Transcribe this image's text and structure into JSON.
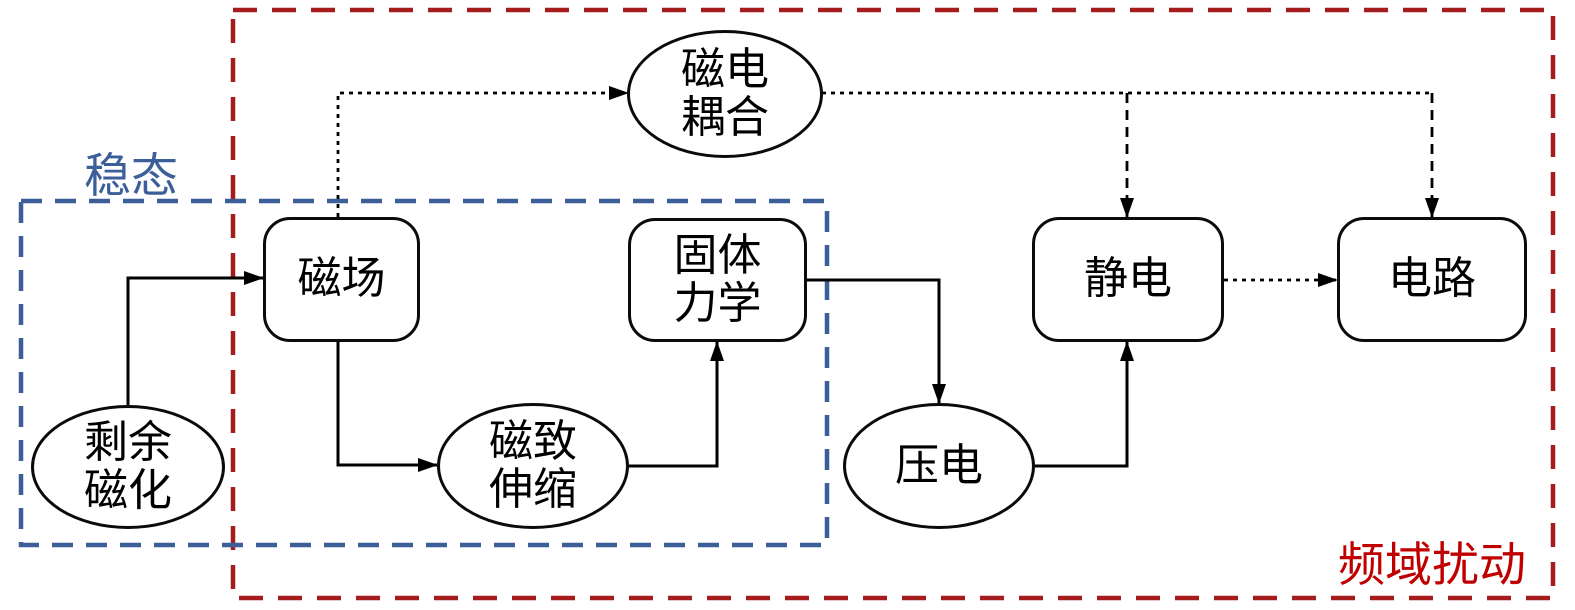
{
  "diagram": {
    "groups": {
      "steady_state": {
        "label": "稳态",
        "color": "#3D5F99"
      },
      "freq_disturbance": {
        "label": "频域扰动",
        "color": "#C00000"
      }
    },
    "nodes": {
      "magnetoelectric_coupling": {
        "label": "磁电\n耦合",
        "shape": "ellipse"
      },
      "magnetic_field": {
        "label": "磁场",
        "shape": "rounded-rect"
      },
      "solid_mechanics": {
        "label": "固体\n力学",
        "shape": "rounded-rect"
      },
      "electrostatics": {
        "label": "静电",
        "shape": "rounded-rect"
      },
      "circuit": {
        "label": "电路",
        "shape": "rounded-rect"
      },
      "remanent_magnetization": {
        "label": "剩余\n磁化",
        "shape": "ellipse"
      },
      "magnetostriction": {
        "label": "磁致\n伸缩",
        "shape": "ellipse"
      },
      "piezoelectric": {
        "label": "压电",
        "shape": "ellipse"
      }
    },
    "edges": [
      {
        "from": "剩余磁化",
        "to": "磁场",
        "style": "solid"
      },
      {
        "from": "磁场",
        "to": "磁致伸缩",
        "style": "solid"
      },
      {
        "from": "磁致伸缩",
        "to": "固体力学",
        "style": "solid"
      },
      {
        "from": "固体力学",
        "to": "压电",
        "style": "solid"
      },
      {
        "from": "压电",
        "to": "静电",
        "style": "solid"
      },
      {
        "from": "磁场",
        "to": "磁电耦合",
        "style": "dotted"
      },
      {
        "from": "磁电耦合",
        "to": "静电",
        "style": "dashed"
      },
      {
        "from": "磁电耦合",
        "to": "电路",
        "style": "dashed"
      },
      {
        "from": "静电",
        "to": "电路",
        "style": "dotted"
      }
    ],
    "colors": {
      "steady_border": "#3D5F99",
      "disturbance_border": "#A61B1B",
      "disturbance_text": "#C00000",
      "line": "#000000"
    }
  }
}
